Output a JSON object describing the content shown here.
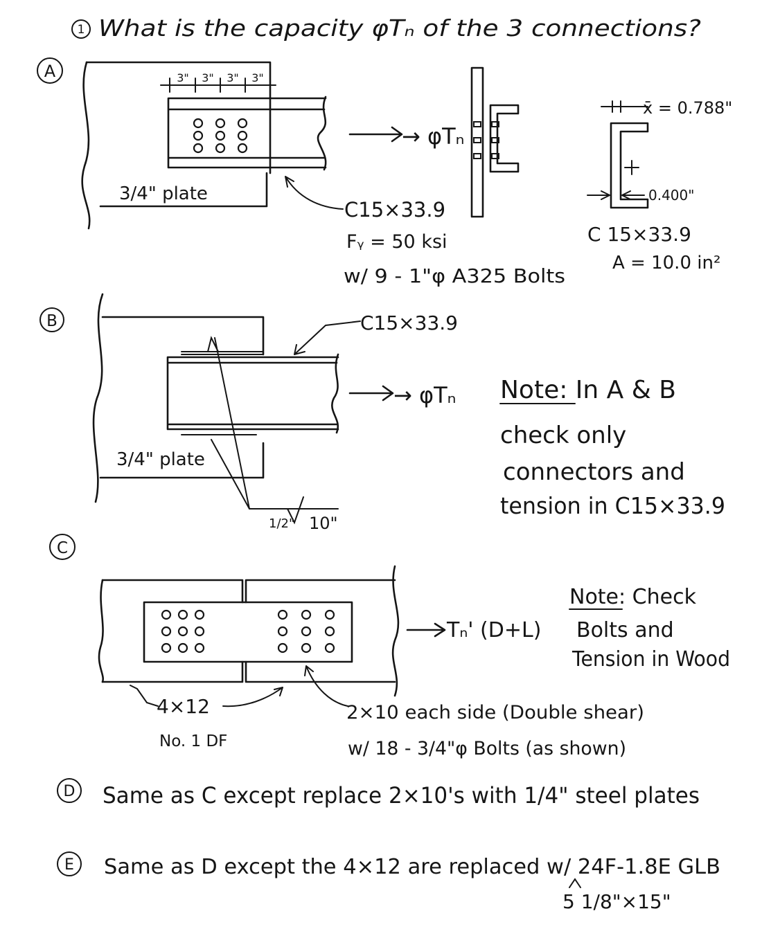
{
  "question": {
    "number": "1",
    "text": "What is the capacity φTₙ of the 3 connections?"
  },
  "part_a": {
    "label": "A",
    "spacing_labels": [
      "3\"",
      "3\"",
      "3\"",
      "3\""
    ],
    "plate_label": "3/4\" plate",
    "force_label": "→ φTₙ",
    "member": "C15×33.9",
    "fy": "Fᵧ = 50 ksi",
    "bolts": "w/ 9 - 1\"φ A325 Bolts",
    "section": {
      "xbar": "x̄ = 0.788\"",
      "web": "0.400\"",
      "name": "C 15×33.9",
      "area": "A = 10.0 in²"
    }
  },
  "part_b": {
    "label": "B",
    "member": "C15×33.9",
    "plate_label": "3/4\" plate",
    "force_label": "→ φTₙ",
    "weld_size": "1/2\"",
    "weld_length": "10\"",
    "note": {
      "title": "Note: In A & B",
      "line1": "check only",
      "line2": "connectors and",
      "line3": "tension in C15×33.9"
    }
  },
  "part_c": {
    "label": "C",
    "force_label": "Tₙ' (D+L)",
    "member": "4×12",
    "grade": "No. 1 DF",
    "side_members": "2×10 each side (Double shear)",
    "bolts": "w/ 18 - 3/4\"φ Bolts (as shown)",
    "note": {
      "title": "Note: Check",
      "line1": "Bolts and",
      "line2": "Tension in Wood"
    }
  },
  "part_d": {
    "label": "D",
    "text": "Same as C except replace 2×10's with 1/4\" steel plates"
  },
  "part_e": {
    "label": "E",
    "text": "Same as D except the 4×12 are replaced w/ 24F-1.8E GLB",
    "size": "5 1/8\"×15\""
  }
}
